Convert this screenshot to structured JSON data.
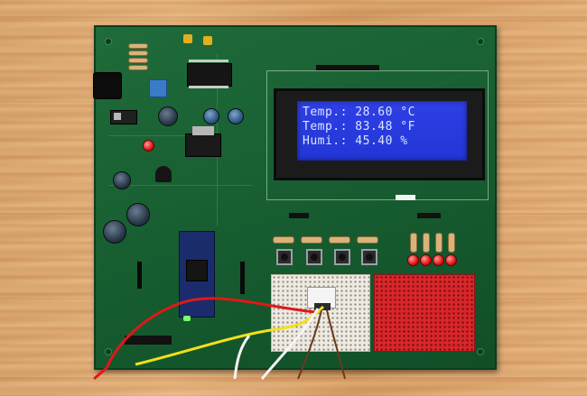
{
  "scene": {
    "subject": "Arduino Nano development board with 20x4 blue LCD, breadboards and wires on a wooden surface",
    "colors": {
      "wood": "#e0a96f",
      "pcb": "#1a6235",
      "lcd_backlight": "#2a3bdf",
      "lcd_text": "#dbe6ff",
      "breadboard_red": "#d8262a",
      "breadboard_white": "#eeeae2",
      "led_red": "#e01515"
    }
  },
  "lcd": {
    "line1": "Temp.: 28.60 °C",
    "line2": "Temp.: 83.48 °F",
    "line3": "Humi.: 45.40 %"
  }
}
